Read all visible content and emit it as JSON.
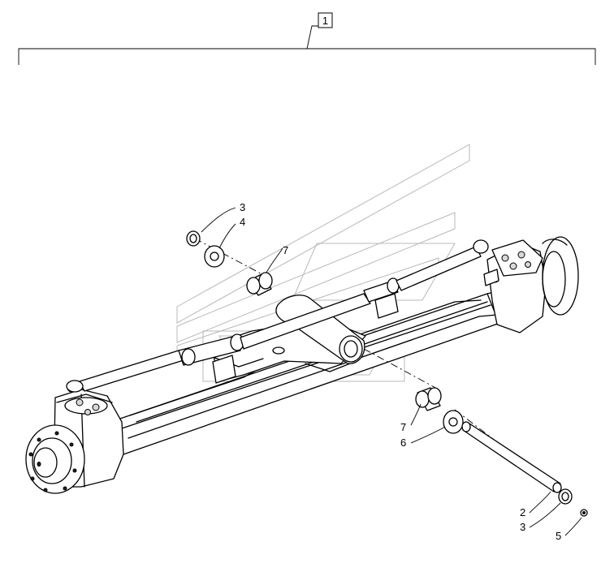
{
  "assembly": {
    "number": "1"
  },
  "callouts": [
    {
      "id": "c3-top",
      "label": "3"
    },
    {
      "id": "c4-top",
      "label": "4"
    },
    {
      "id": "c7-top",
      "label": "7"
    },
    {
      "id": "c7-bottom",
      "label": "7"
    },
    {
      "id": "c6",
      "label": "6"
    },
    {
      "id": "c2",
      "label": "2"
    },
    {
      "id": "c3-bottom",
      "label": "3"
    },
    {
      "id": "c5",
      "label": "5"
    }
  ],
  "parts": [
    {
      "name": "front-axle-housing"
    },
    {
      "name": "pivot-pin"
    },
    {
      "name": "snap-ring"
    },
    {
      "name": "thrust-washer-upper"
    },
    {
      "name": "grease-fitting"
    },
    {
      "name": "thrust-washer-lower"
    },
    {
      "name": "bushing"
    }
  ]
}
